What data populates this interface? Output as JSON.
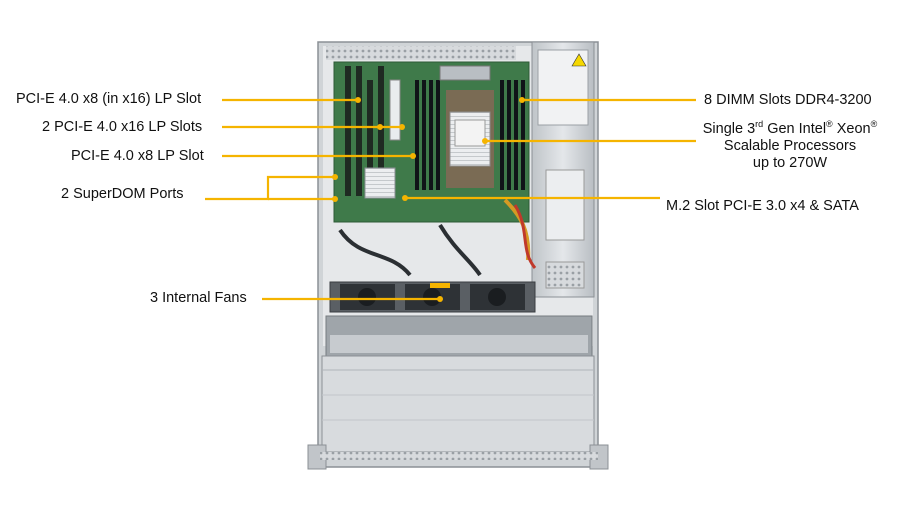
{
  "labels": {
    "pcie_x8_in_x16": "PCI-E  4.0 x8  (in x16) LP Slot",
    "pcie_x16_slots": "2 PCI-E  4.0 x16 LP Slots",
    "pcie_x8": "PCI-E  4.0 x8 LP Slot",
    "superdom": "2 SuperDOM Ports",
    "fans": "3 Internal  Fans",
    "dimm": "8 DIMM Slots DDR4-3200",
    "cpu_line1_pre": "Single 3",
    "cpu_line1_sup1": "rd",
    "cpu_line1_mid": " Gen Intel",
    "cpu_line1_sup2": "®",
    "cpu_line1_post": "  Xeon",
    "cpu_line1_sup3": "®",
    "cpu_line2": "Scalable Processors",
    "cpu_line3": "up to 270W",
    "m2": "M.2 Slot PCI-E 3.0 x4 & SATA"
  },
  "colors": {
    "leader": "#f5b400",
    "chassis": "#c9cdd1",
    "board": "#3f7a4a"
  }
}
